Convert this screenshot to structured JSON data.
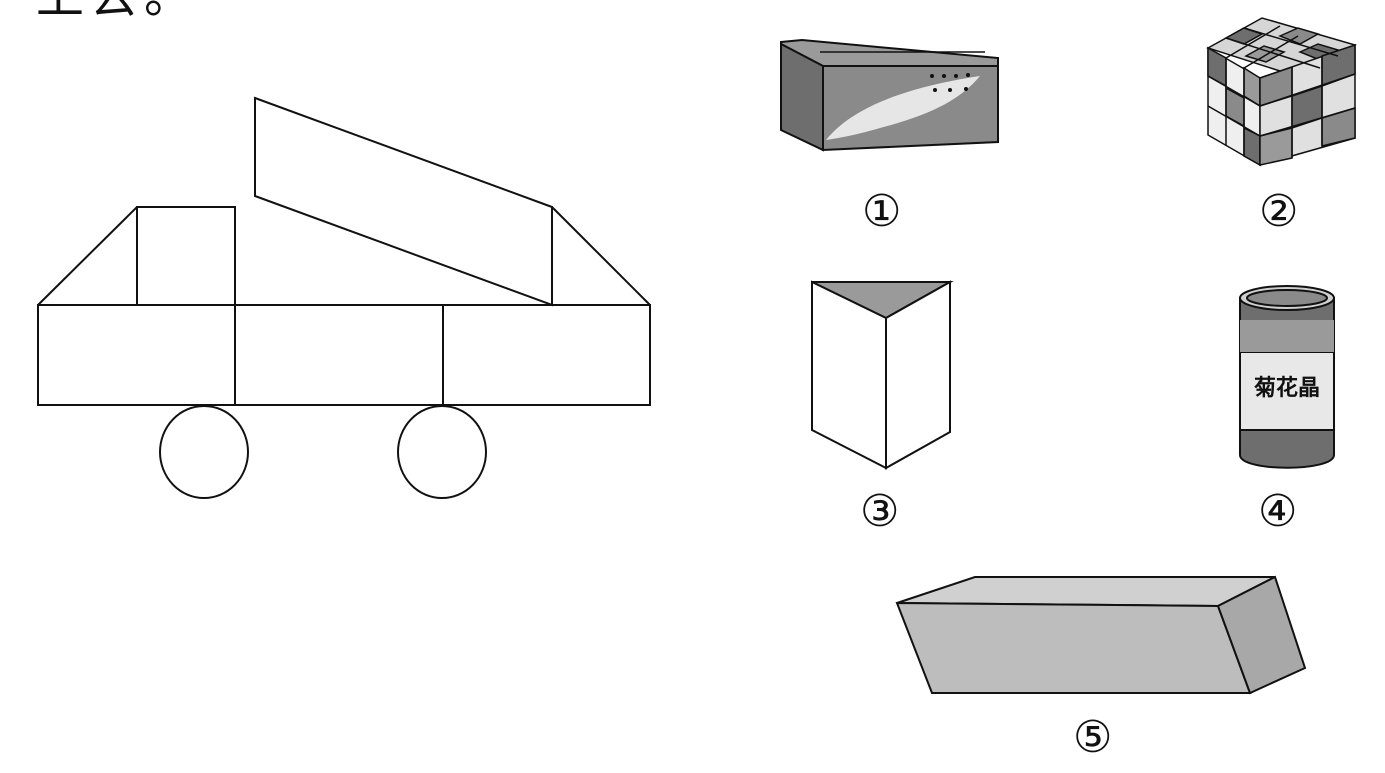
{
  "header": {
    "text": "上去。"
  },
  "shapes": {
    "labels": [
      "①",
      "②",
      "③",
      "④",
      "⑤"
    ],
    "can_text": "菊花晶"
  },
  "colors": {
    "stroke": "#111111",
    "dark_gray": "#6e6e6e",
    "mid_gray": "#9a9a9a",
    "light_gray": "#c8c8c8",
    "face_gray": "#bdbdbd"
  }
}
